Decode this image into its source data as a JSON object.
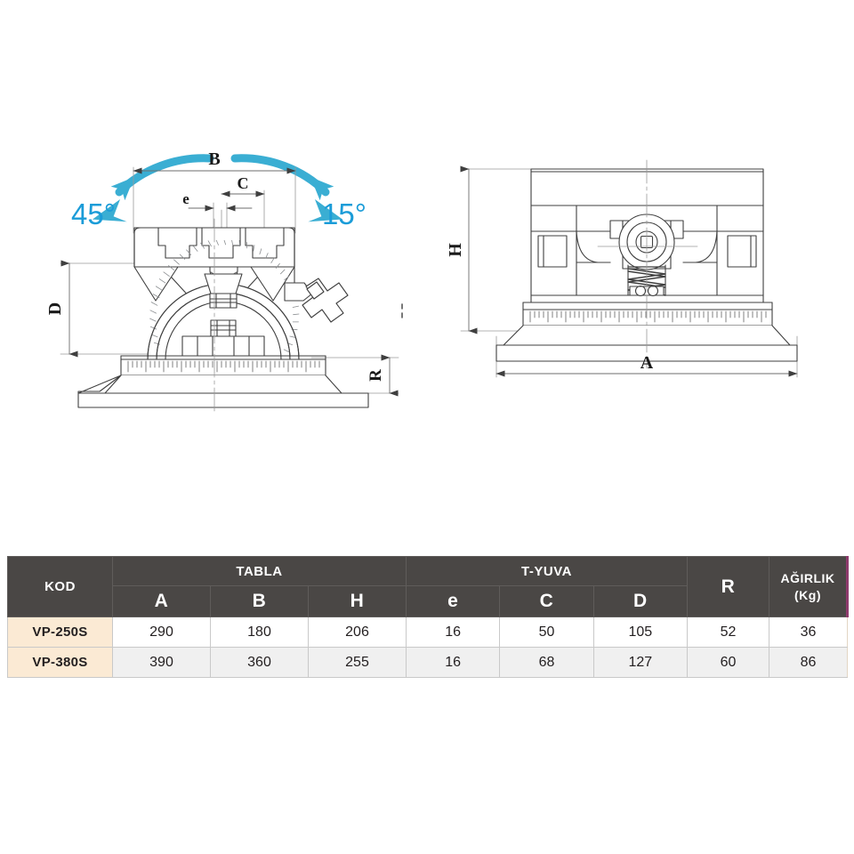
{
  "drawings": {
    "left_view": {
      "title": "swivel-base-vise-front-section-view",
      "angle_labels": [
        {
          "text": "45°",
          "side": "left"
        },
        {
          "text": "15°",
          "side": "right"
        }
      ],
      "dimension_labels": [
        {
          "text": "B",
          "orientation": "horizontal"
        },
        {
          "text": "C",
          "orientation": "horizontal"
        },
        {
          "text": "e",
          "orientation": "horizontal"
        },
        {
          "text": "D",
          "orientation": "vertical"
        },
        {
          "text": "R",
          "orientation": "vertical"
        }
      ]
    },
    "right_view": {
      "title": "swivel-base-vise-side-section-view",
      "dimension_labels": [
        {
          "text": "H",
          "orientation": "vertical"
        },
        {
          "text": "A",
          "orientation": "horizontal"
        }
      ]
    },
    "colors": {
      "accent_blue": "#1b9cd8",
      "line": "#3f3f3f",
      "light_line": "#9a9a9a",
      "shade": "#b9bcbe"
    }
  },
  "table": {
    "name": "vise-specifications-table",
    "header": {
      "kod": "KOD",
      "groups": [
        {
          "label": "TABLA",
          "span": 3
        },
        {
          "label": "T-YUVA",
          "span": 3
        }
      ],
      "sub": [
        "A",
        "B",
        "H",
        "e",
        "C",
        "D"
      ],
      "r": "R",
      "agirlik_line1": "AĞIRLIK",
      "agirlik_line2": "(Kg)"
    },
    "rows": [
      {
        "code": "VP-250S",
        "A": "290",
        "B": "180",
        "H": "206",
        "e": "16",
        "C": "50",
        "D": "105",
        "R": "52",
        "agirlik": "36"
      },
      {
        "code": "VP-380S",
        "A": "390",
        "B": "360",
        "H": "255",
        "e": "16",
        "C": "68",
        "D": "127",
        "R": "60",
        "agirlik": "86"
      }
    ],
    "colors": {
      "header_bg": "#4a4745",
      "code_bg": "#fbead4",
      "row_alt_bg": "#f0f0f0",
      "edge_accent": "#8e3b6d"
    }
  }
}
